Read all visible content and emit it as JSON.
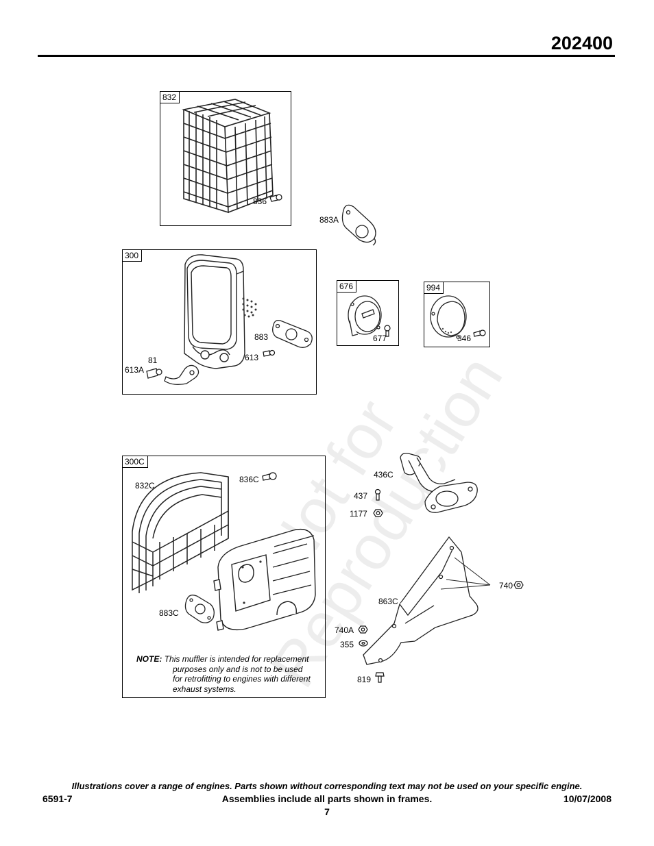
{
  "header": {
    "model_number": "202400"
  },
  "watermark": {
    "line1": "Not for",
    "line2": "Reproduction"
  },
  "frames": {
    "f832": "832",
    "f300": "300",
    "f676": "676",
    "f994": "994",
    "f300c": "300C"
  },
  "labels": {
    "l836": "836",
    "l883a": "883A",
    "l883": "883",
    "l81": "81",
    "l613a": "613A",
    "l613": "613",
    "l677": "677",
    "l346": "346",
    "l832c": "832C",
    "l836c": "836C",
    "l883c": "883C",
    "l436c": "436C",
    "l437": "437",
    "l1177": "1177",
    "l740": "740",
    "l863c": "863C",
    "l740a": "740A",
    "l355": "355",
    "l819": "819"
  },
  "note": {
    "label": "NOTE:",
    "line1": "This muffler is intended for replacement",
    "line2": "purposes only and is not to be used",
    "line3": "for retrofitting to engines with different",
    "line4": "exhaust systems."
  },
  "footer": {
    "disclaimer": "Illustrations cover a range of engines. Parts shown without corresponding text may not be used on your specific engine.",
    "doc_number": "6591-7",
    "assemblies": "Assemblies include all parts shown in frames.",
    "date": "10/07/2008",
    "page": "7"
  }
}
